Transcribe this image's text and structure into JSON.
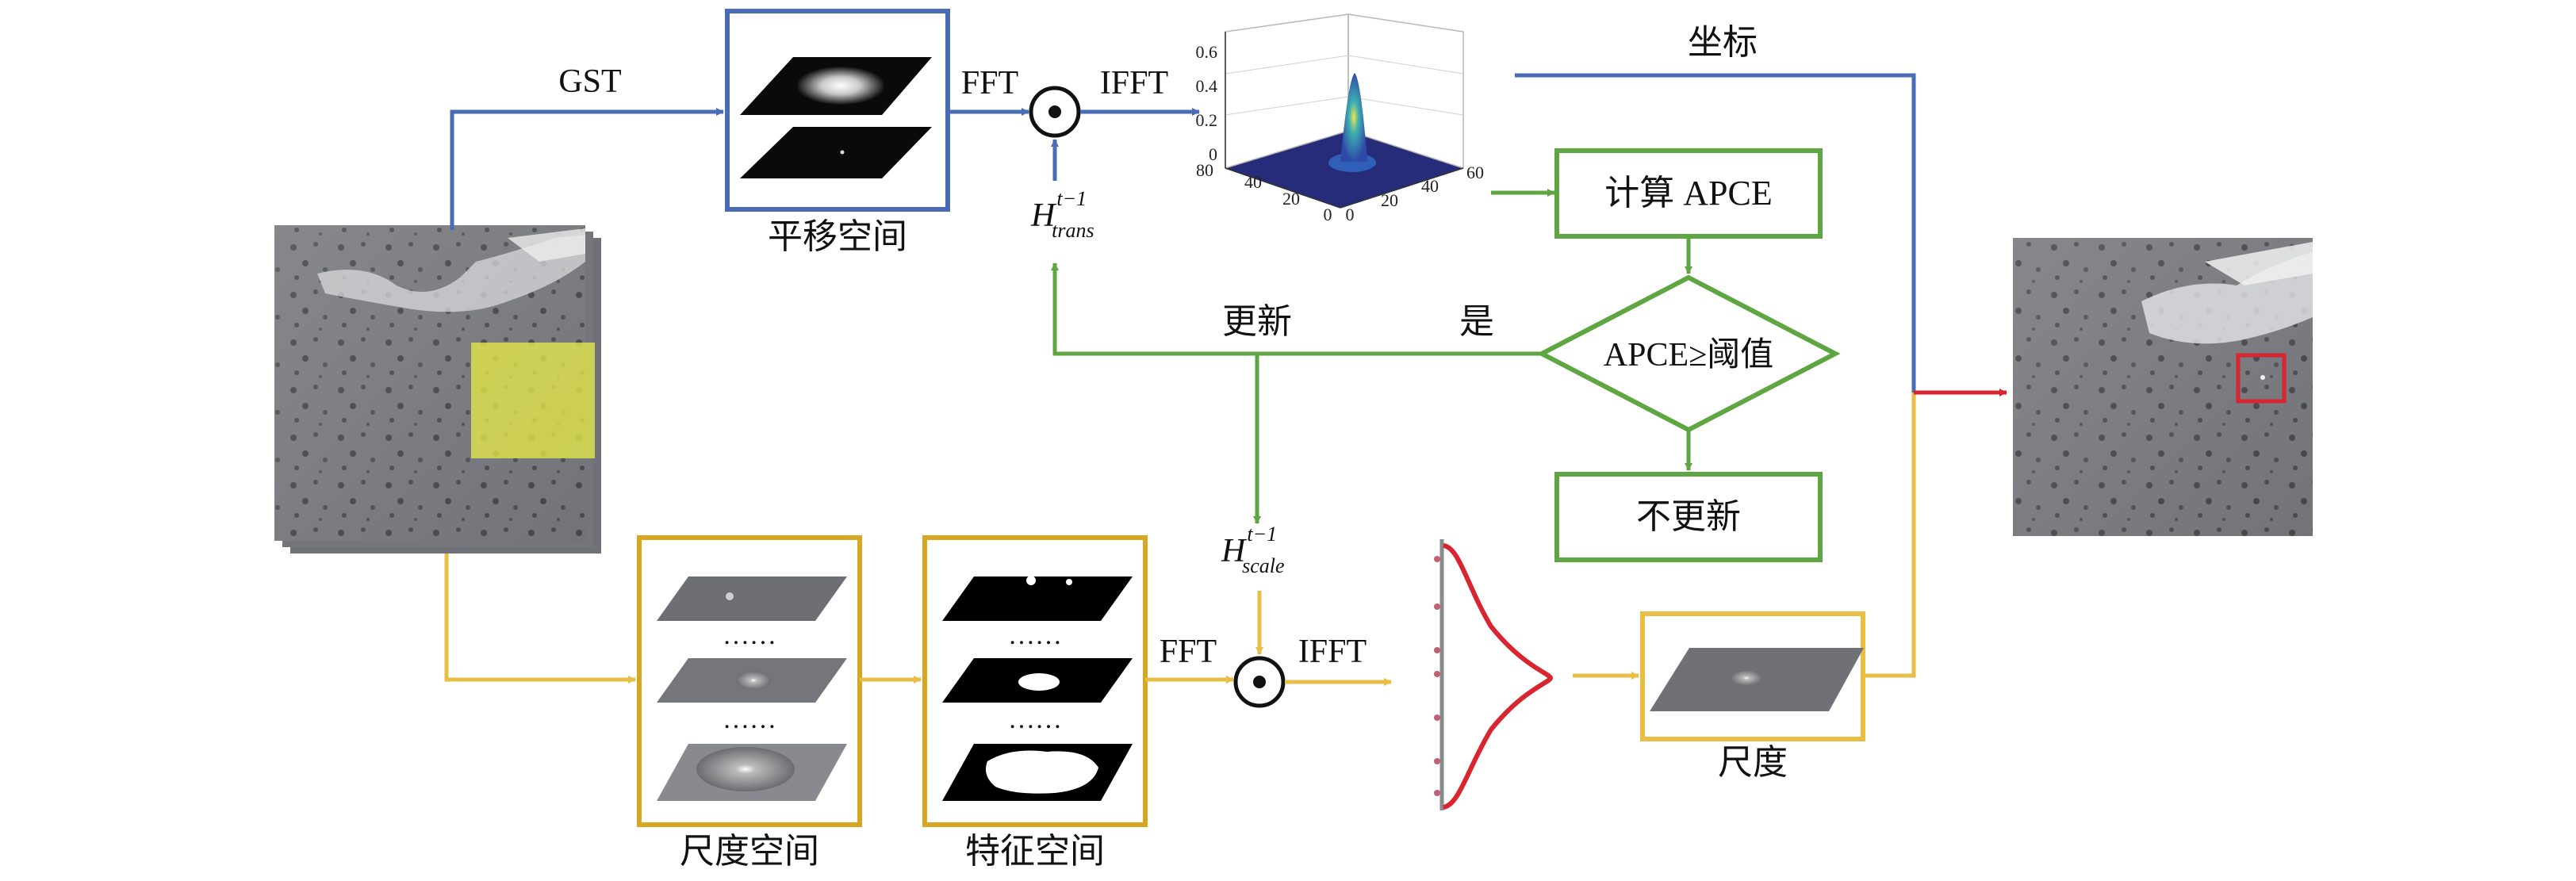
{
  "colors": {
    "blue": "#4a6bb5",
    "yellow": "#e8be45",
    "box_yellow": "#d9a622",
    "green": "#5ea642",
    "red": "#d9252f"
  },
  "labels": {
    "gst": "GST",
    "fft_top": "FFT",
    "ifft_top": "IFFT",
    "fft_bottom": "FFT",
    "ifft_bottom": "IFFT",
    "coord": "坐标",
    "translation_space": "平移空间",
    "scale_space": "尺度空间",
    "feature_space": "特征空间",
    "scale": "尺度",
    "update": "更新",
    "yes": "是",
    "compute_apce": "计算 APCE",
    "apce_decision": "APCE≥阈值",
    "no_update": "不更新",
    "h_letter_trans": "H",
    "h_sup_trans": "t−1",
    "h_sub_trans": "trans",
    "h_letter_scale": "H",
    "h_sup_scale": "t−1",
    "h_sub_scale": "scale",
    "ellipsis_scale_1": "……",
    "ellipsis_scale_2": "……",
    "ellipsis_feature_1": "……",
    "ellipsis_feature_2": "……"
  },
  "plot3d": {
    "z_ticks": [
      "0.6",
      "0.4",
      "0.2",
      "0"
    ],
    "y_ticks": [
      "80",
      "40",
      "20",
      "0"
    ],
    "x_ticks": [
      "0",
      "20",
      "40",
      "60"
    ]
  }
}
